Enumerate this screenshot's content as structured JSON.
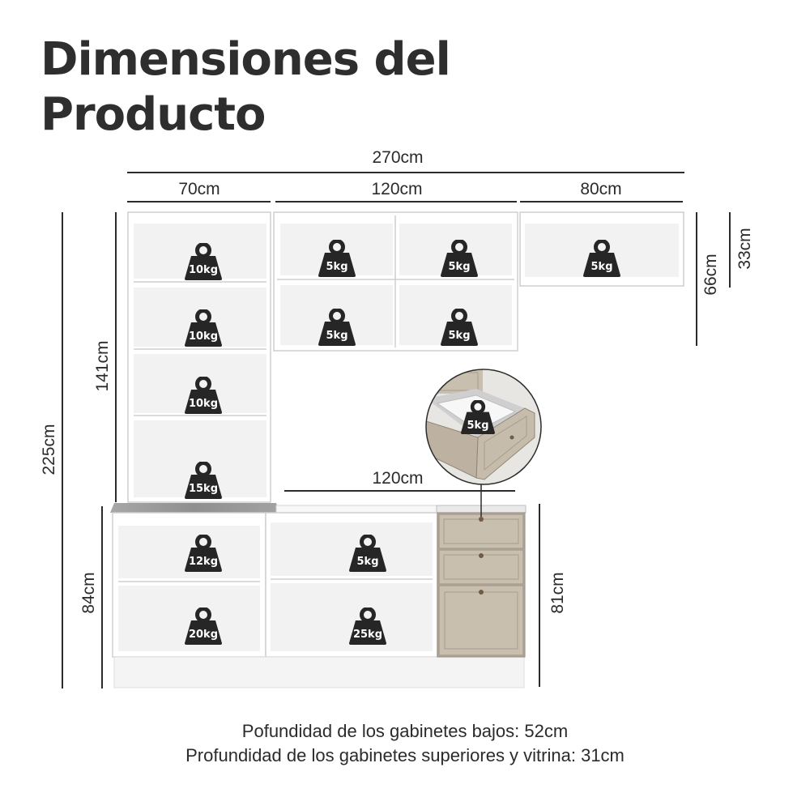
{
  "title": {
    "line1": "Dimensiones del",
    "line2": "Producto"
  },
  "dimensions": {
    "total_width": "270cm",
    "tall_width": "70cm",
    "upper_mid_width": "120cm",
    "upper_right_width": "80cm",
    "lower_mid_width": "120cm",
    "total_height": "225cm",
    "tall_upper_height": "141cm",
    "lower_height": "84cm",
    "drawer_unit_height": "81cm",
    "wall_unit_height": "66cm",
    "wall_unit_inner": "33cm"
  },
  "weights": {
    "tall_1": "10kg",
    "tall_2": "10kg",
    "tall_3": "10kg",
    "tall_4": "15kg",
    "upper_a1": "5kg",
    "upper_b1": "5kg",
    "upper_a2": "5kg",
    "upper_b2": "5kg",
    "right_wall": "5kg",
    "drawer_detail": "5kg",
    "lower_left_top": "12kg",
    "lower_left_bottom": "20kg",
    "lower_mid_top": "5kg",
    "lower_mid_bottom": "25kg"
  },
  "footer": {
    "line1": "Pofundidad de los gabinetes bajos: 52cm",
    "line2": "Profundidad de los gabinetes superiores y vitrina: 31cm"
  },
  "colors": {
    "cabinet": "#ffffff",
    "edge": "#c9c9c9",
    "inner": "#f3f3f3",
    "drawer": "#c6bcac",
    "weight": "#262626",
    "countertop": "#9c9c9c"
  }
}
